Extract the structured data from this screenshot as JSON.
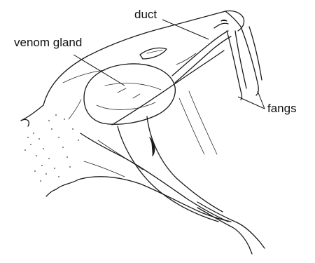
{
  "labels": {
    "duct": "duct",
    "venom_gland": "venom gland",
    "fangs": "fangs"
  },
  "colors": {
    "ink": "#1a1a1a",
    "background": "#ffffff"
  }
}
